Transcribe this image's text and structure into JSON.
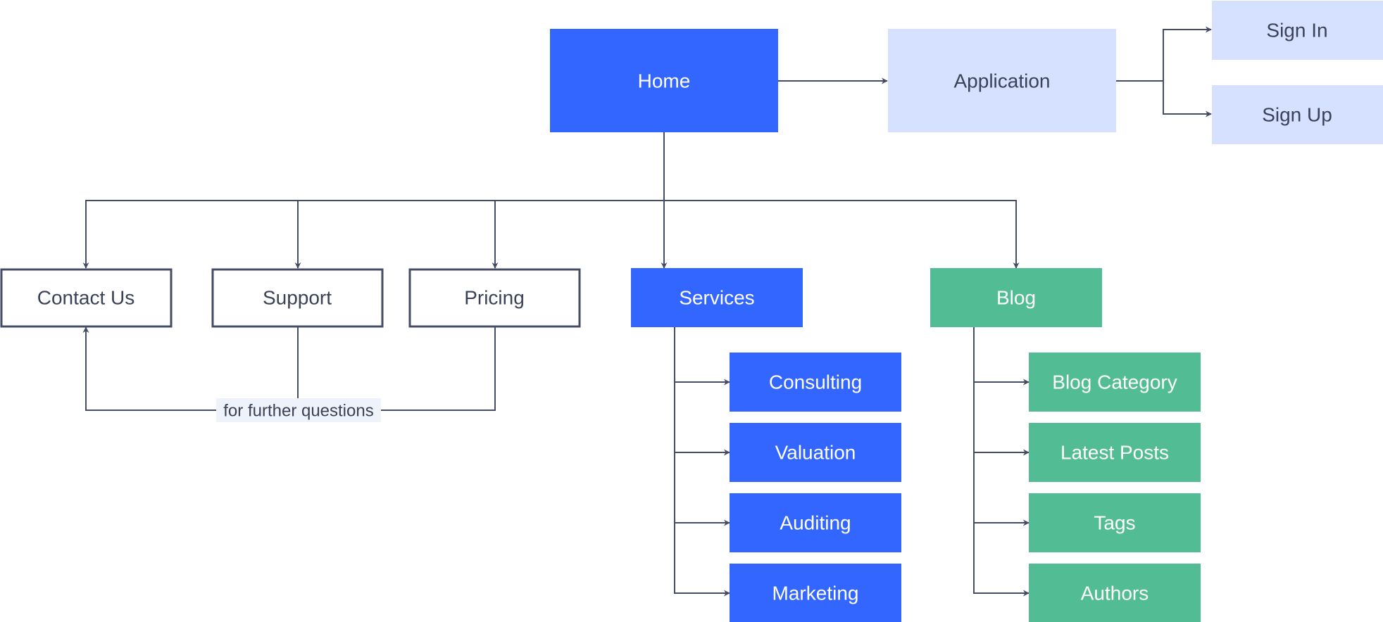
{
  "colors": {
    "primary": "#3366ff",
    "light": "#d6e1ff",
    "green": "#52bd94",
    "outline": "#464c66",
    "text_dark": "#3b4257",
    "text_light": "#ffffff",
    "edge": "#464c66",
    "label_bg": "#eef2fb"
  },
  "nodes": {
    "home": {
      "label": "Home",
      "style": "primary"
    },
    "application": {
      "label": "Application",
      "style": "light"
    },
    "sign_in": {
      "label": "Sign In",
      "style": "light"
    },
    "sign_up": {
      "label": "Sign Up",
      "style": "light"
    },
    "contact_us": {
      "label": "Contact Us",
      "style": "outline"
    },
    "support": {
      "label": "Support",
      "style": "outline"
    },
    "pricing": {
      "label": "Pricing",
      "style": "outline"
    },
    "services": {
      "label": "Services",
      "style": "primary"
    },
    "blog": {
      "label": "Blog",
      "style": "green"
    },
    "consulting": {
      "label": "Consulting",
      "style": "primary"
    },
    "valuation": {
      "label": "Valuation",
      "style": "primary"
    },
    "auditing": {
      "label": "Auditing",
      "style": "primary"
    },
    "marketing": {
      "label": "Marketing",
      "style": "primary"
    },
    "blog_category": {
      "label": "Blog Category",
      "style": "green"
    },
    "latest_posts": {
      "label": "Latest Posts",
      "style": "green"
    },
    "tags": {
      "label": "Tags",
      "style": "green"
    },
    "authors": {
      "label": "Authors",
      "style": "green"
    }
  },
  "edges": [
    {
      "from": "home",
      "to": "application"
    },
    {
      "from": "application",
      "to": "sign_in"
    },
    {
      "from": "application",
      "to": "sign_up"
    },
    {
      "from": "home",
      "to": "contact_us"
    },
    {
      "from": "home",
      "to": "support"
    },
    {
      "from": "home",
      "to": "pricing"
    },
    {
      "from": "home",
      "to": "services"
    },
    {
      "from": "home",
      "to": "blog"
    },
    {
      "from": "support",
      "to": "contact_us",
      "label": "for further questions"
    },
    {
      "from": "pricing",
      "to": "contact_us"
    },
    {
      "from": "services",
      "to": "consulting"
    },
    {
      "from": "services",
      "to": "valuation"
    },
    {
      "from": "services",
      "to": "auditing"
    },
    {
      "from": "services",
      "to": "marketing"
    },
    {
      "from": "blog",
      "to": "blog_category"
    },
    {
      "from": "blog",
      "to": "latest_posts"
    },
    {
      "from": "blog",
      "to": "tags"
    },
    {
      "from": "blog",
      "to": "authors"
    }
  ]
}
